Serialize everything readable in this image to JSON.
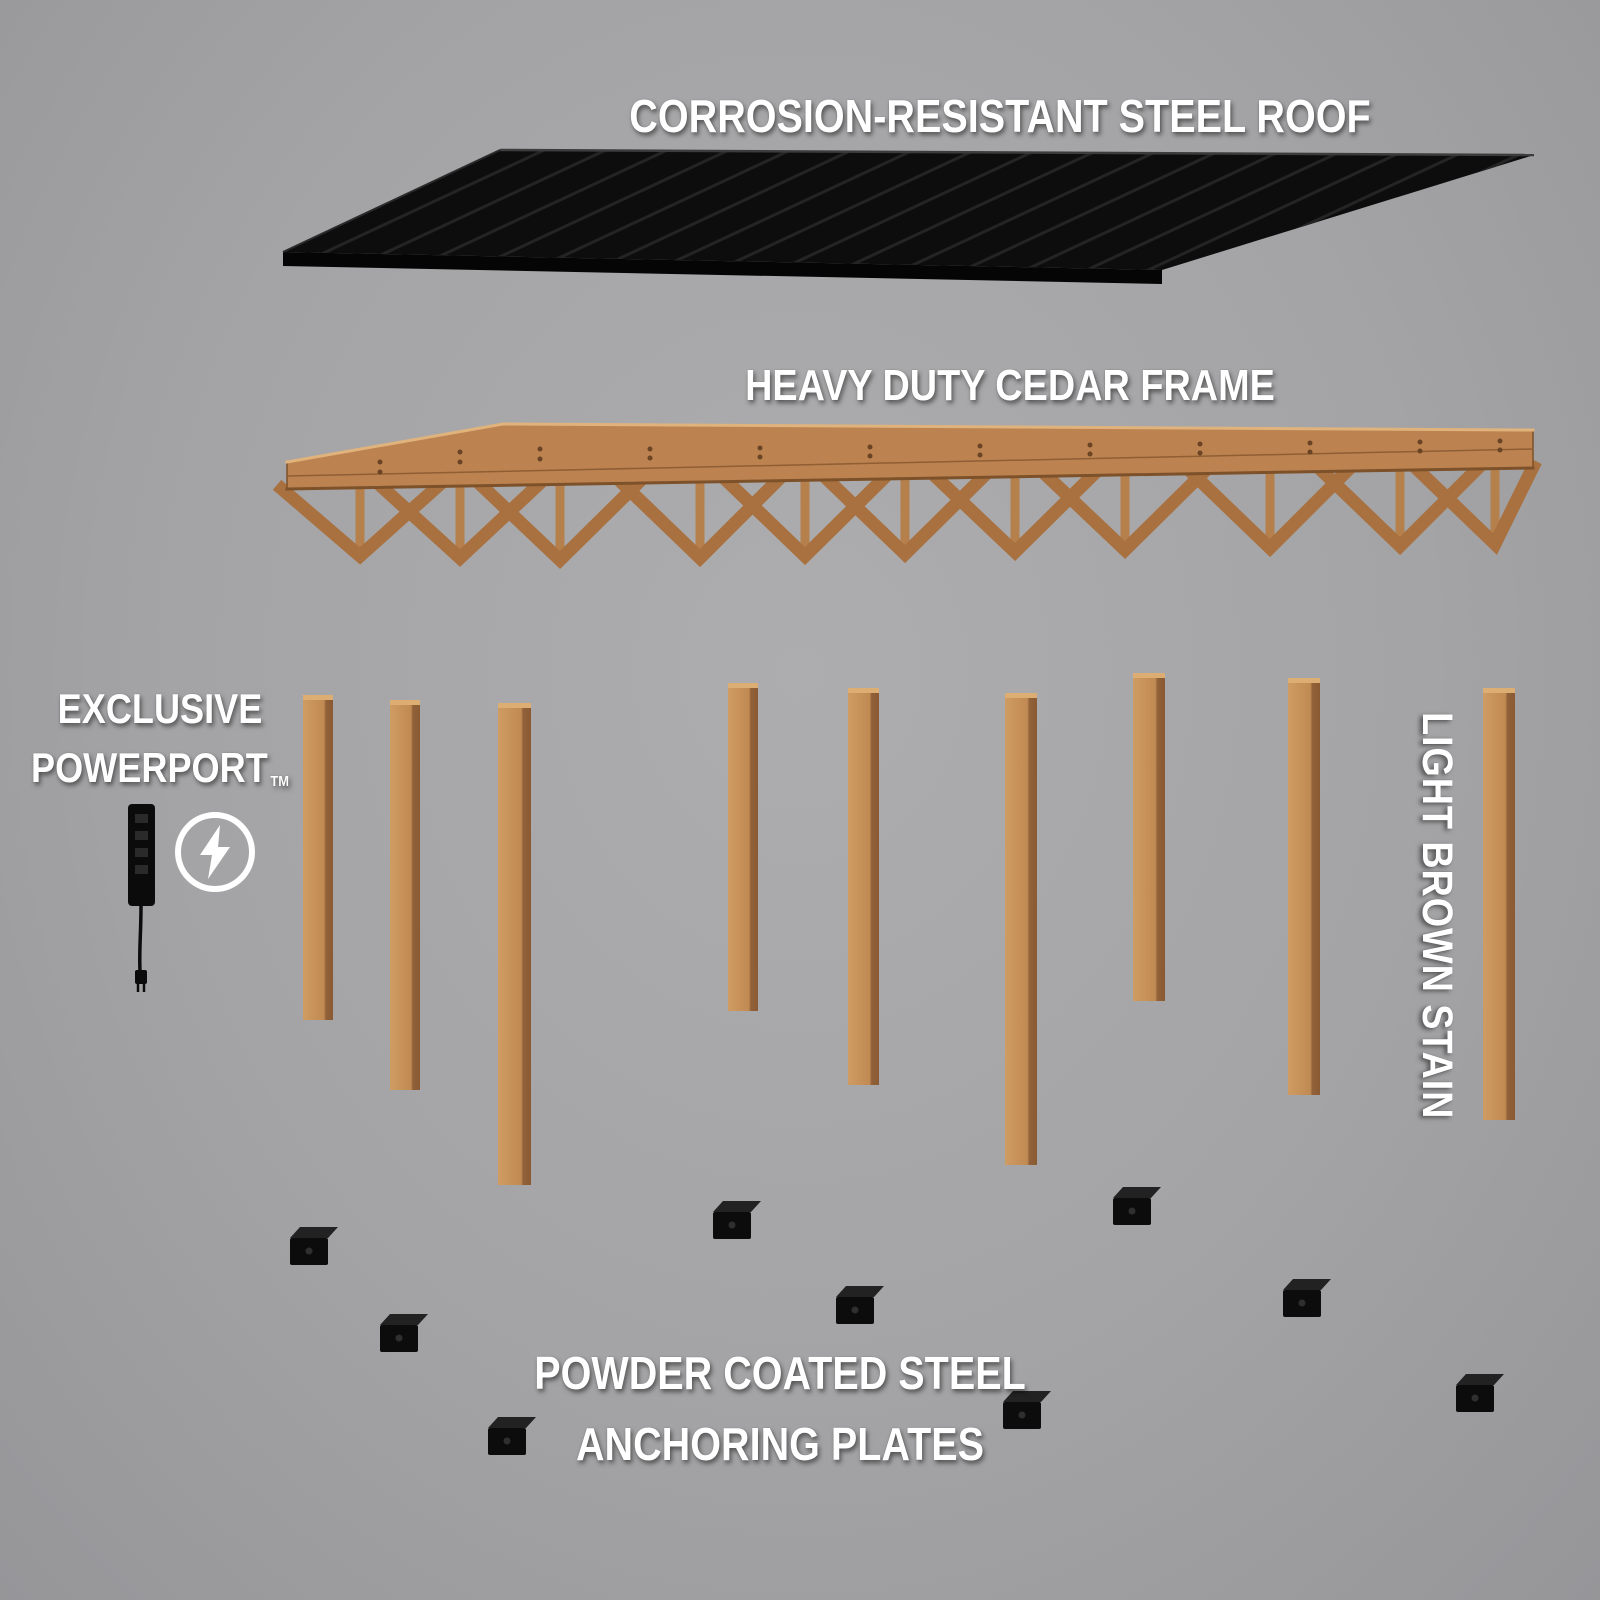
{
  "diagram": {
    "title_roof": "CORROSION-RESISTANT STEEL ROOF",
    "title_frame": "HEAVY DUTY CEDAR FRAME",
    "powerport": {
      "line1": "EXCLUSIVE",
      "line2": "POWERPORT",
      "tm": "TM"
    },
    "stain_label": "LIGHT BROWN STAIN",
    "anchors": {
      "line1": "POWDER COATED STEEL",
      "line2": "ANCHORING PLATES"
    }
  },
  "icons": {
    "power_strip": "power-strip-icon",
    "lightning_circle": "lightning-bolt-circle-icon"
  },
  "colors": {
    "background": "#a6a6a8",
    "roof_black": "#0d0d0d",
    "roof_rib": "#242424",
    "cedar_light": "#cf9c63",
    "cedar_mid": "#bc8351",
    "cedar_dark": "#8a5a33",
    "text_white": "#ffffff",
    "anchor_black": "#0c0c0c"
  },
  "parts": [
    {
      "name": "steel-roof"
    },
    {
      "name": "cedar-frame"
    },
    {
      "name": "support-posts",
      "count": 9
    },
    {
      "name": "powerport"
    },
    {
      "name": "anchor-plates",
      "count": 9
    }
  ]
}
